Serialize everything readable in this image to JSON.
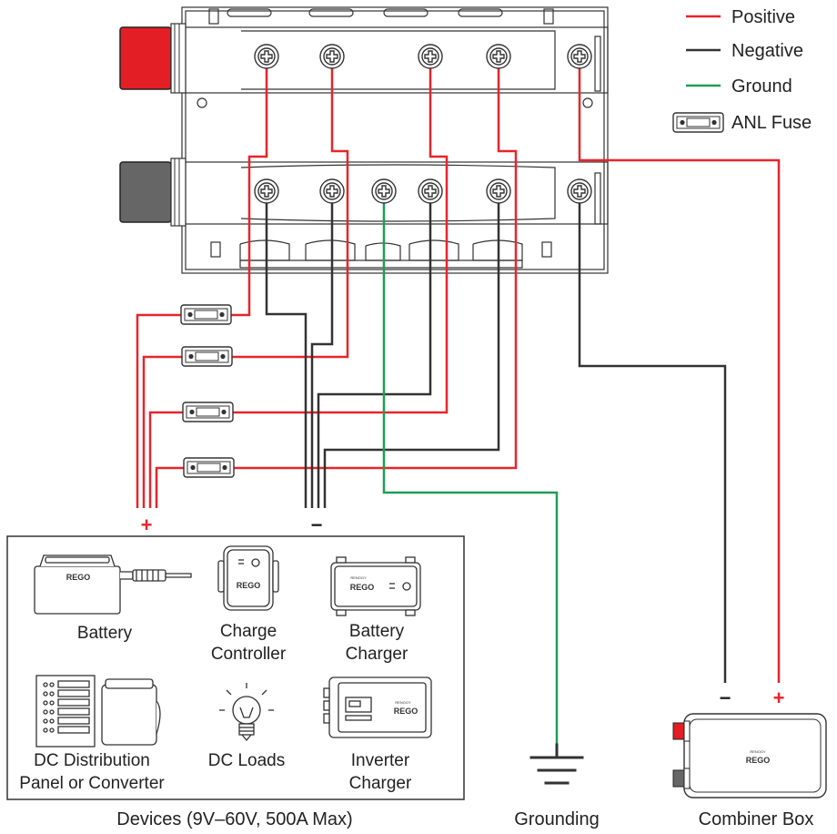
{
  "legend": {
    "positive": "Positive",
    "negative": "Negative",
    "ground": "Ground",
    "anl_fuse": "ANL Fuse"
  },
  "signs": {
    "devices_plus": "+",
    "devices_minus": "−",
    "combiner_minus": "−",
    "combiner_plus": "+"
  },
  "devices": {
    "battery": [
      "Battery"
    ],
    "charge_controller": [
      "Charge",
      "Controller"
    ],
    "battery_charger": [
      "Battery",
      "Charger"
    ],
    "dc_distribution": [
      "DC Distribution",
      "Panel or Converter"
    ],
    "dc_loads": [
      "DC Loads"
    ],
    "inverter_charger": [
      "Inverter",
      "Charger"
    ]
  },
  "brand": {
    "name": "REGO",
    "maker": "RENOGY"
  },
  "captions": {
    "devices": "Devices (9V–60V, 500A Max)",
    "grounding": "Grounding",
    "combiner": "Combiner Box"
  },
  "colors": {
    "positive": "#e8242b",
    "negative": "#333333",
    "ground": "#1f9d55",
    "outline": "#333333",
    "positive_terminal": "#e31e24",
    "negative_terminal": "#666666"
  }
}
